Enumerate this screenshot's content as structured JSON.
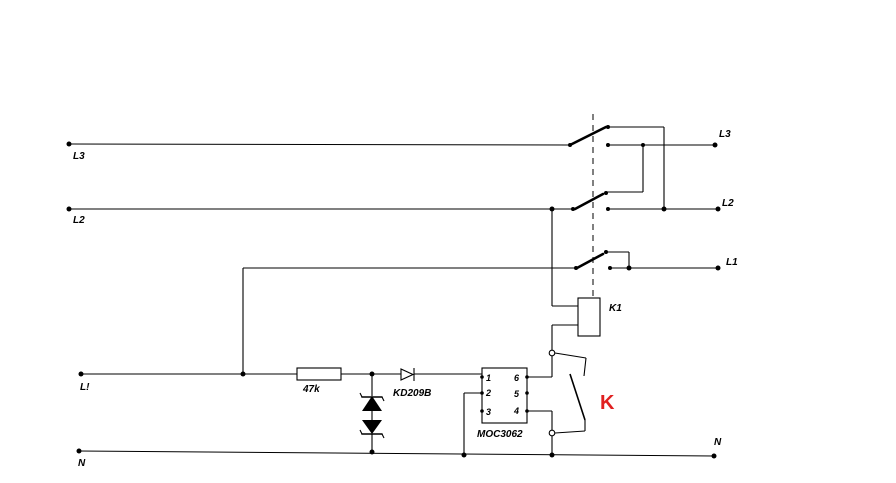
{
  "terminals": {
    "left_l3": "L3",
    "left_l2": "L2",
    "left_l1": "L!",
    "left_n": "N",
    "right_l3": "L3",
    "right_l2": "L2",
    "right_l1": "L1",
    "right_n": "N"
  },
  "components": {
    "resistor": "47k",
    "diode": "KD209B",
    "optocoupler": "MOC3062",
    "relay_coil": "K1",
    "switch": "K"
  },
  "optocoupler_pins": [
    "1",
    "2",
    "3",
    "6",
    "5",
    "4"
  ],
  "colors": {
    "wire": "#000000",
    "switch_label": "#e02020",
    "background": "#ffffff"
  }
}
